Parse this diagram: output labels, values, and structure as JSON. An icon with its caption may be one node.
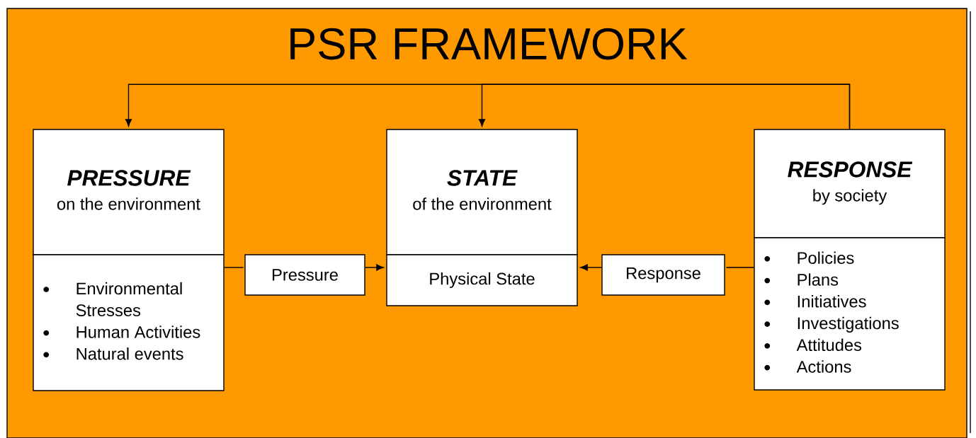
{
  "diagram": {
    "title": "PSR FRAMEWORK",
    "nodes": [
      {
        "text": [
          "PRESSURE",
          "on the environment"
        ]
      },
      {
        "text": [
          "Environmental Stresses",
          "Human Activities",
          "Natural events"
        ]
      },
      {
        "text": [
          "STATE",
          "of the environment"
        ]
      },
      {
        "text": [
          "Physical State"
        ]
      },
      {
        "text": [
          "RESPONSE",
          "by society"
        ]
      },
      {
        "text": [
          "Policies",
          "Plans",
          "Initiatives",
          "Investigations",
          "Attitudes",
          "Actions"
        ]
      },
      {
        "text": [
          "Pressure"
        ]
      },
      {
        "text": [
          "Response"
        ]
      }
    ],
    "edges": [
      {
        "from": 1,
        "to": 6,
        "arrow": "none"
      },
      {
        "from": 6,
        "to": 3,
        "arrow": "to"
      },
      {
        "from": 5,
        "to": 7,
        "arrow": "none"
      },
      {
        "from": 7,
        "to": 3,
        "arrow": "to"
      },
      {
        "from": 4,
        "to": 0,
        "arrow": "to"
      },
      {
        "from": 4,
        "to": 2,
        "arrow": "to"
      }
    ]
  }
}
